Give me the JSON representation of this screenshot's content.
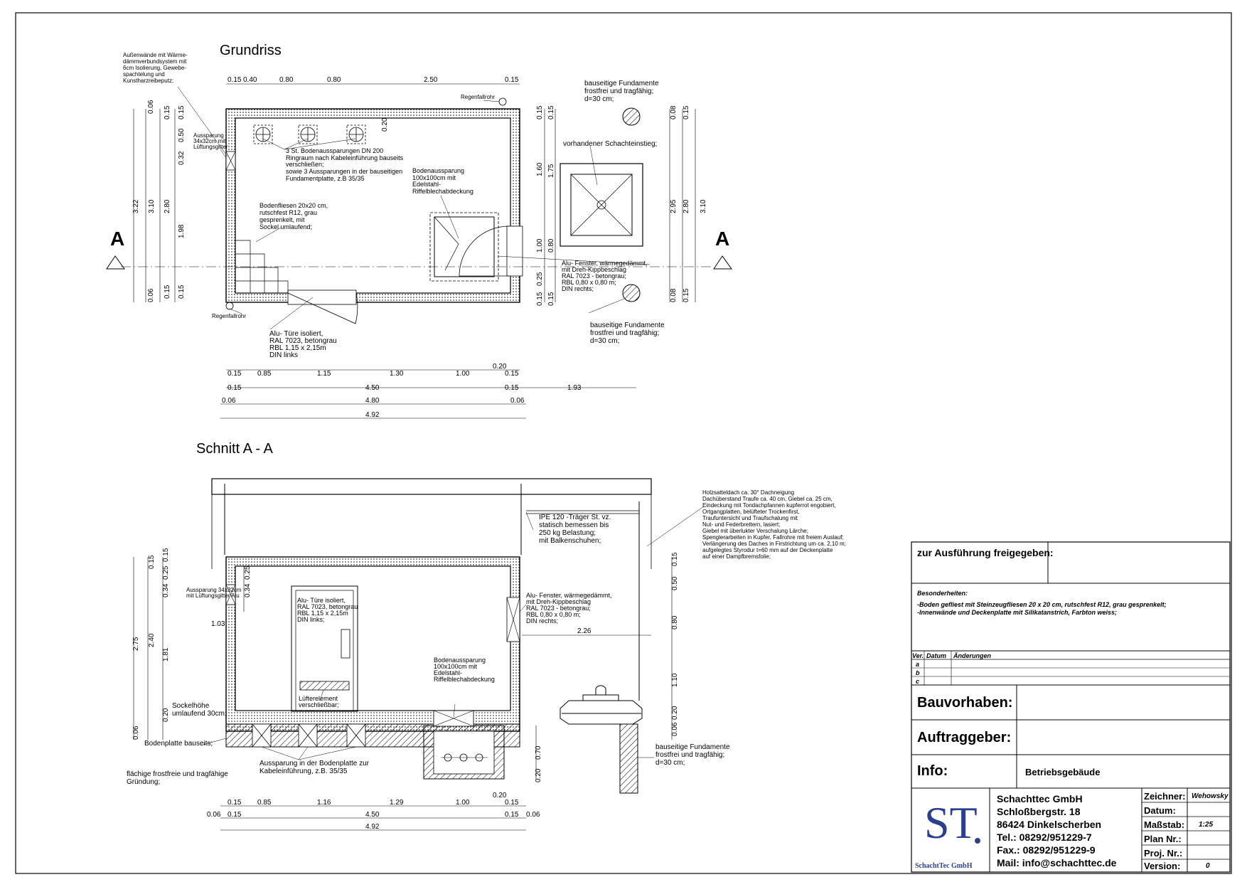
{
  "plan": {
    "title": "Grundriss",
    "section_marker": "A",
    "notes": {
      "walls": [
        "Außenwände mit Wärme-",
        "dämmverbundsystem mit",
        "6cm Isolierung, Gewebe-",
        "spachtelung und",
        "Kunstharzreibeputz;"
      ],
      "recess": [
        "Aussparung",
        "34x32cm mit",
        "Lüftungsgitter"
      ],
      "floor_openings": [
        "3 St. Bodenaussparungen DN 200",
        "Ringraum nach Kabeleinführung bauseits",
        "verschließen;",
        "sowie 3 Aussparungen in der bauseitigen",
        "Fundamentplatte, z.B 35/35"
      ],
      "floor_hatch": [
        "Bodenaussparung",
        "100x100cm mit",
        "Edelstahl-",
        "Riffelblechabdeckung"
      ],
      "tiles": [
        "Bodenfliesen 20x20 cm,",
        "rutschfest R12, grau",
        "gesprenkelt, mit",
        "Sockel umlaufend;"
      ],
      "downpipe_top": "Regenfallrohr",
      "downpipe_bottom": "Regenfallrohr",
      "door": [
        "Alu- Türe isoliert,",
        "RAL 7023, betongrau",
        "RBL 1,15 x 2,15m",
        "DIN links"
      ],
      "window": [
        "Alu- Fenster, wärmegedämmt,",
        "mit Dreh-Kippbeschlag",
        "RAL 7023 - betongrau;",
        "RBL 0,80 x 0,80 m;",
        "DIN rechts;"
      ],
      "foundation_top": [
        "bauseitige Fundamente",
        "frostfrei und tragfähig;",
        "d=30 cm;"
      ],
      "shaft": "vorhandener Schachteinstieg;",
      "foundation_bottom": [
        "bauseitige Fundamente",
        "frostfrei und tragfähig;",
        "d=30 cm;"
      ]
    },
    "dims_top": [
      "0.15",
      "0.40",
      "0.80",
      "0.80",
      "2.50",
      "0.15"
    ],
    "dims_left_outer": [
      "0.06",
      "3.22",
      "0.06"
    ],
    "dims_left_mid": [
      "3.10"
    ],
    "dims_left_inner": [
      "0.15",
      "2.80",
      "0.15"
    ],
    "dims_left_win": [
      "0.15",
      "0.50",
      "0.32",
      "1.98",
      "0.15"
    ],
    "dims_right_in": [
      "0.15",
      "1.60",
      "1.00",
      "0.25",
      "0.15"
    ],
    "dims_right_in2": [
      "0.15",
      "1.75",
      "0.80",
      "0.15"
    ],
    "dims_right_out1": [
      "0.08",
      "2.95",
      "0.08"
    ],
    "dims_right_out2": [
      "0.15",
      "2.80",
      "0.15"
    ],
    "dims_right_out3": [
      "3.10"
    ],
    "dims_bottom_1": [
      "0.15",
      "0.85",
      "1.15",
      "1.30",
      "1.00",
      "0.20",
      "0.15"
    ],
    "dims_bottom_2": [
      "0.15",
      "4.50",
      "0.15",
      "1.93"
    ],
    "dims_bottom_3": [
      "0.06",
      "4.80",
      "0.06"
    ],
    "dims_bottom_4": [
      "4.92"
    ],
    "dim_inner": "0.20"
  },
  "section": {
    "title": "Schnitt A - A",
    "notes": {
      "roof": [
        "Holzsatteldach ca. 30° Dachneigung",
        "Dachüberstand Traufe ca. 40 cm, Giebel ca. 25 cm,",
        "Eindeckung mit Tondachpfannen kupferrot engobiert,",
        "Ortgangplatten, belüfteter Trockenfirst,",
        "Traufuntersicht und Traufschalung mit",
        "Nut- und Federbrettern, lasiert;",
        "Giebel mit überlukter Verschalung Lärche;",
        "Spenglerarbeiten in Kupfer, Fallrohre mit freiem Auslauf;",
        "Verlängerung des Daches in Firstrichtung um ca. 2,10 m;",
        "aufgelegtes Styrodur t=60 mm auf der Deckenplatte",
        "auf einer Dampfbremsfolie;"
      ],
      "beam": [
        "IPE 120 -Träger St. vz.",
        "statisch bemessen bis",
        "250 kg Belastung;",
        "mit Balkenschuhen;"
      ],
      "recess": [
        "Aussparung 34x32cm",
        "mit Lüftungsgitter Alu"
      ],
      "door": [
        "Alu- Türe isoliert,",
        "RAL 7023, betongrau",
        "RBL 1,15 x 2,15m",
        "DIN links;"
      ],
      "vent": [
        "Lüfterelement",
        "verschließbar;"
      ],
      "window": [
        "Alu- Fenster, wärmegedämmt,",
        "mit Dreh-Kippbeschlag",
        "RAL 7023 - betongrau;",
        "RBL 0,80 x 0,80 m;",
        "DIN rechts;"
      ],
      "hatch": [
        "Bodenaussparung",
        "100x100cm mit",
        "Edelstahl-",
        "Riffelblechabdeckung"
      ],
      "plinth": [
        "Sockelhöhe",
        "umlaufend 30cm;"
      ],
      "slab": "Bodenplatte bauseits;",
      "slab_openings": [
        "Aussparung in der Bodenplatte zur",
        "Kabeleinführung, z.B. 35/35"
      ],
      "ground": [
        "flächige frostfreie und tragfähige",
        "Gründung;"
      ],
      "foundation": [
        "bauseitige Fundamente",
        "frostfrei und tragfähig;",
        "d=30 cm;"
      ]
    },
    "dims_left_1": [
      "0.15",
      "2.75",
      "0.06"
    ],
    "dims_left_2": [
      "0.15",
      "0.25",
      "0.34",
      "2.40",
      "1.81",
      "0.20"
    ],
    "dims_left_3": [
      "0.34",
      "0.25"
    ],
    "dim_sill": "1.03",
    "dims_right": [
      "0.15",
      "0.50",
      "0.80",
      "1.10",
      "0.20",
      "0.06"
    ],
    "dims_under": [
      "0.70",
      "0.20"
    ],
    "dim_distance": "2.26",
    "dims_bottom_1": [
      "0.15",
      "0.85",
      "1.16",
      "1.29",
      "1.00",
      "0.20",
      "0.15"
    ],
    "dims_bottom_2": [
      "0.06",
      "0.15",
      "4.50",
      "0.15",
      "0.06"
    ],
    "dims_bottom_3": [
      "4.92"
    ]
  },
  "titleblock": {
    "release_label": "zur Ausführung freigegeben:",
    "special_heading": "Besonderheiten:",
    "special_lines": [
      "-Boden gefliest mit Steinzeugfliesen 20 x 20 cm, rutschfest R12, grau gesprenkelt;",
      "-Innenwände und Deckenplatte mit Silikatanstrich, Farbton weiss;"
    ],
    "rev_headers": [
      "Ver.",
      "Datum",
      "Änderungen"
    ],
    "rev_rows": [
      "a",
      "b",
      "c"
    ],
    "project_label": "Bauvorhaben:",
    "client_label": "Auftraggeber:",
    "info_label": "Info:",
    "info_value": "Betriebsgebäude",
    "logo_letters": "ST",
    "logo_caption": "SchachtTec GmbH",
    "company": [
      "Schachttec GmbH",
      "Schloßbergstr. 18",
      "86424 Dinkelscherben",
      "Tel.: 08292/951229-7",
      "Fax.: 08292/951229-9",
      "Mail: info@schachttec.de"
    ],
    "fields": [
      {
        "label": "Zeichner:",
        "value": "Wehowsky"
      },
      {
        "label": "Datum:",
        "value": ""
      },
      {
        "label": "Maßstab:",
        "value": "1:25"
      },
      {
        "label": "Plan Nr.:",
        "value": ""
      },
      {
        "label": "Proj. Nr.:",
        "value": ""
      },
      {
        "label": "Version:",
        "value": "0"
      }
    ]
  }
}
